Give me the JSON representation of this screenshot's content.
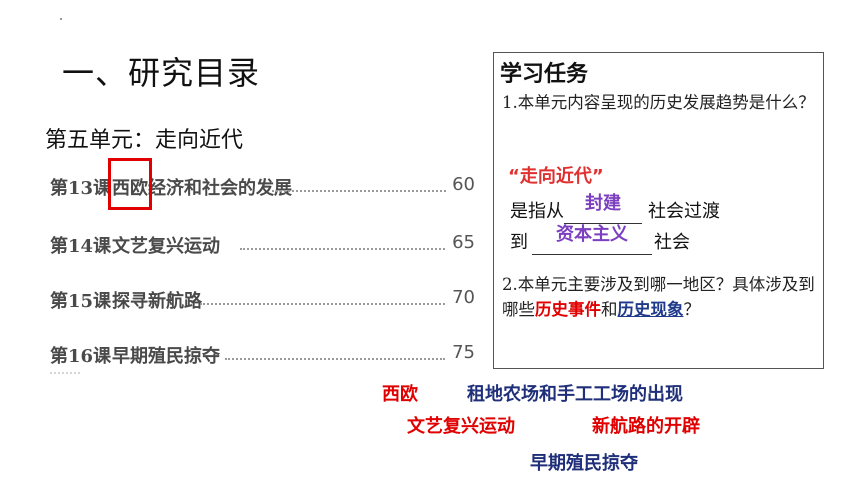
{
  "heading": "一、研究目录",
  "unit_title": "第五单元：走向近代",
  "toc": [
    {
      "lesson": "第13课",
      "name": "西欧经济和社会的发展",
      "page": "60"
    },
    {
      "lesson": "第14课",
      "name": "文艺复兴运动",
      "page": "65"
    },
    {
      "lesson": "第15课",
      "name": "探寻新航路",
      "page": "70"
    },
    {
      "lesson": "第16课",
      "name": "早期殖民掠夺",
      "page": "75"
    }
  ],
  "panel": {
    "title": "学习任务",
    "q1": "1.本单元内容呈现的历史发展趋势是什么？",
    "quote": "“走向近代”",
    "line2_prefix": "是指从",
    "fill1": "封建",
    "line2_suffix": "社会过渡",
    "line3_prefix": "到",
    "fill2": "资本主义",
    "line3_suffix": "社会",
    "q2_part1": "2.本单元主要涉及到哪一地区？具体涉及到哪些",
    "q2_red": "历史事件",
    "q2_mid": "和",
    "q2_link": "历史现象",
    "q2_end": "？"
  },
  "answers": {
    "region": "西欧",
    "a_farm": "租地农场和手工工场的出现",
    "a_renaissance": "文艺复兴运动",
    "a_route": "新航路的开辟",
    "a_colonial": "早期殖民掠夺"
  },
  "colors": {
    "red": "#e00000",
    "purple": "#7b3fbf",
    "navy": "#1f2f7a"
  }
}
